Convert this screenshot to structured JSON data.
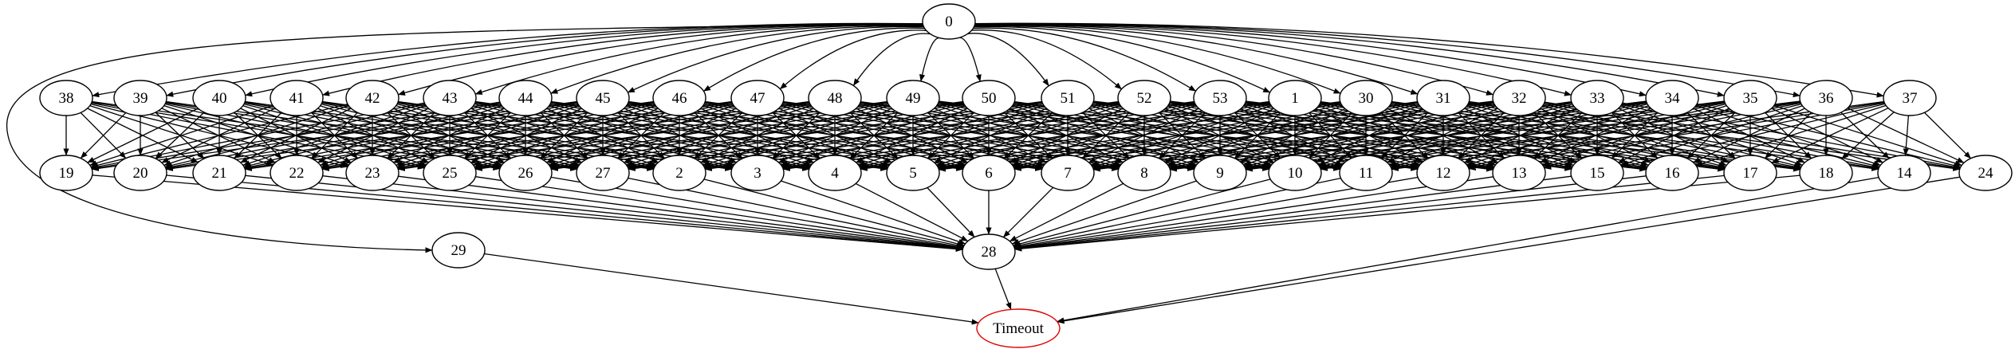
{
  "graph": {
    "nodes": [
      {
        "id": "0",
        "label": "0"
      },
      {
        "id": "38",
        "label": "38"
      },
      {
        "id": "39",
        "label": "39"
      },
      {
        "id": "40",
        "label": "40"
      },
      {
        "id": "41",
        "label": "41"
      },
      {
        "id": "42",
        "label": "42"
      },
      {
        "id": "43",
        "label": "43"
      },
      {
        "id": "44",
        "label": "44"
      },
      {
        "id": "45",
        "label": "45"
      },
      {
        "id": "46",
        "label": "46"
      },
      {
        "id": "47",
        "label": "47"
      },
      {
        "id": "48",
        "label": "48"
      },
      {
        "id": "49",
        "label": "49"
      },
      {
        "id": "50",
        "label": "50"
      },
      {
        "id": "51",
        "label": "51"
      },
      {
        "id": "52",
        "label": "52"
      },
      {
        "id": "53",
        "label": "53"
      },
      {
        "id": "1",
        "label": "1"
      },
      {
        "id": "30",
        "label": "30"
      },
      {
        "id": "31",
        "label": "31"
      },
      {
        "id": "32",
        "label": "32"
      },
      {
        "id": "33",
        "label": "33"
      },
      {
        "id": "34",
        "label": "34"
      },
      {
        "id": "35",
        "label": "35"
      },
      {
        "id": "36",
        "label": "36"
      },
      {
        "id": "37",
        "label": "37"
      },
      {
        "id": "19",
        "label": "19"
      },
      {
        "id": "20",
        "label": "20"
      },
      {
        "id": "21",
        "label": "21"
      },
      {
        "id": "22",
        "label": "22"
      },
      {
        "id": "23",
        "label": "23"
      },
      {
        "id": "25",
        "label": "25"
      },
      {
        "id": "26",
        "label": "26"
      },
      {
        "id": "27",
        "label": "27"
      },
      {
        "id": "2",
        "label": "2"
      },
      {
        "id": "3",
        "label": "3"
      },
      {
        "id": "4",
        "label": "4"
      },
      {
        "id": "5",
        "label": "5"
      },
      {
        "id": "6",
        "label": "6"
      },
      {
        "id": "7",
        "label": "7"
      },
      {
        "id": "8",
        "label": "8"
      },
      {
        "id": "9",
        "label": "9"
      },
      {
        "id": "10",
        "label": "10"
      },
      {
        "id": "11",
        "label": "11"
      },
      {
        "id": "12",
        "label": "12"
      },
      {
        "id": "13",
        "label": "13"
      },
      {
        "id": "15",
        "label": "15"
      },
      {
        "id": "16",
        "label": "16"
      },
      {
        "id": "17",
        "label": "17"
      },
      {
        "id": "18",
        "label": "18"
      },
      {
        "id": "14",
        "label": "14"
      },
      {
        "id": "24",
        "label": "24"
      },
      {
        "id": "29",
        "label": "29"
      },
      {
        "id": "28",
        "label": "28"
      },
      {
        "id": "Timeout",
        "label": "Timeout"
      }
    ],
    "root": "0",
    "row1": [
      "38",
      "39",
      "40",
      "41",
      "42",
      "43",
      "44",
      "45",
      "46",
      "47",
      "48",
      "49",
      "50",
      "51",
      "52",
      "53",
      "1",
      "30",
      "31",
      "32",
      "33",
      "34",
      "35",
      "36",
      "37"
    ],
    "row2": [
      "19",
      "20",
      "21",
      "22",
      "23",
      "25",
      "26",
      "27",
      "2",
      "3",
      "4",
      "5",
      "6",
      "7",
      "8",
      "9",
      "10",
      "11",
      "12",
      "13",
      "15",
      "16",
      "17",
      "18",
      "14",
      "24"
    ],
    "extra_root_edges": [
      [
        "0",
        "29"
      ]
    ],
    "edges_to_28": [
      "19",
      "20",
      "21",
      "22",
      "23",
      "25",
      "26",
      "27",
      "2",
      "3",
      "4",
      "5",
      "6",
      "7",
      "8",
      "9",
      "10",
      "11",
      "12",
      "13",
      "15",
      "16",
      "17",
      "18"
    ],
    "edges_to_timeout": [
      "29",
      "28",
      "14",
      "24"
    ],
    "highlight_color": "#e00000"
  }
}
